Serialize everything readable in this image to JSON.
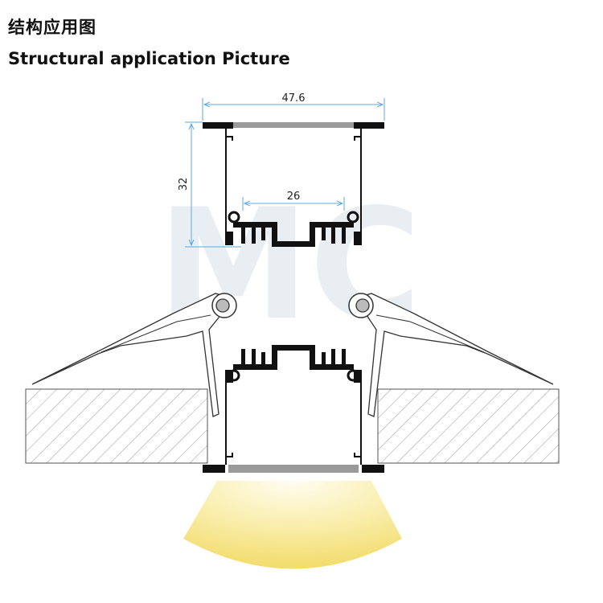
{
  "title_cn": "结构应用图",
  "title_en": "Structural application Picture",
  "watermark": "MC",
  "dimensions": {
    "width": "47.6",
    "height": "32",
    "inner_width": "26"
  },
  "colors": {
    "profile": "#111111",
    "dimension_line": "#5aa9e0",
    "wall_hatch": "#8a8a8a",
    "light_warm": "#f5e27a",
    "watermark": "#dde6ee"
  }
}
